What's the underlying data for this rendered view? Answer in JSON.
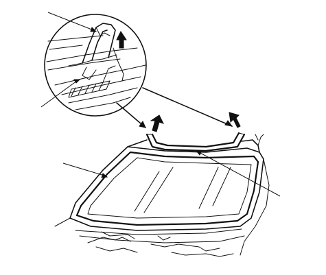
{
  "figure": {
    "parts": [
      {
        "id": "clip",
        "icon": "retaining-clip-icon"
      },
      {
        "id": "molding",
        "icon": "windshield-molding-icon"
      },
      {
        "id": "windshield",
        "icon": "windshield-glass-icon"
      },
      {
        "id": "body-flange",
        "icon": "body-flange-icon"
      }
    ],
    "callout_count": 4,
    "removal_direction_arrows": 3,
    "colors": {
      "line": "#111111",
      "background": "#ffffff"
    }
  }
}
